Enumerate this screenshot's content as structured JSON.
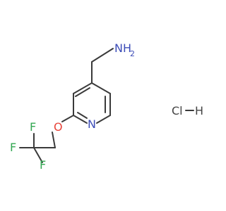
{
  "molecule": {
    "atoms": {
      "amine": "NH",
      "amine_subscript": "2",
      "ring_nitrogen": "N",
      "ether_oxygen": "O",
      "fluorine_top": "F",
      "fluorine_left": "F",
      "fluorine_bottom": "F",
      "salt_chlorine": "Cl",
      "salt_hydrogen": "H"
    },
    "colors": {
      "nitrogen": "#3d4db8",
      "oxygen": "#e8443a",
      "fluorine": "#34a853",
      "bond": "#3a3a3a",
      "salt": "#444444"
    }
  }
}
